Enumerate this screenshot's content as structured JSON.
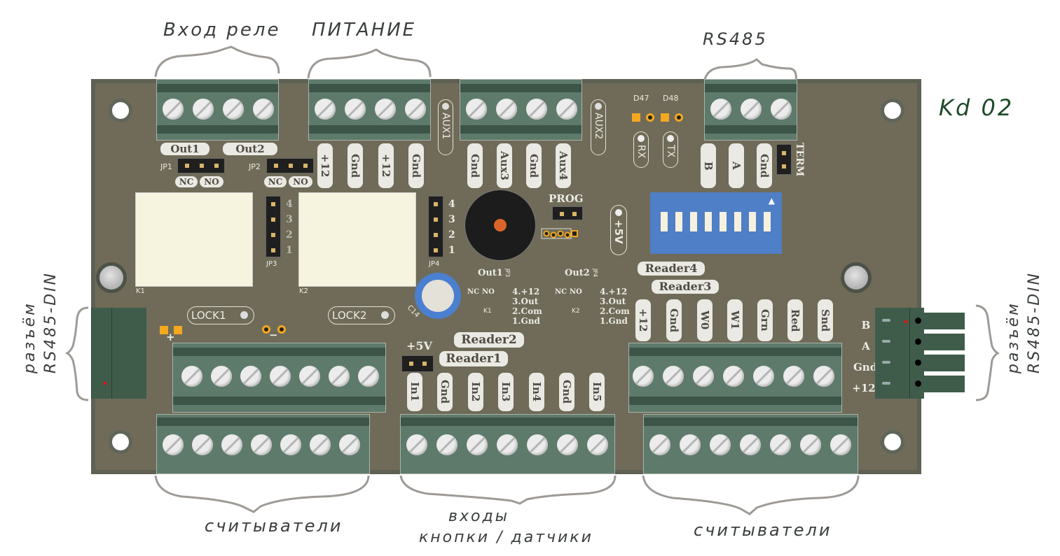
{
  "annotations": {
    "top": [
      {
        "id": "relay-inputs",
        "text": "Вход реле"
      },
      {
        "id": "power",
        "text": "ПИТАНИЕ"
      },
      {
        "id": "rs485",
        "text": "RS485"
      }
    ],
    "model": "Kd 02",
    "bottom": [
      {
        "id": "readers-left",
        "text": "считыватели"
      },
      {
        "id": "inputs",
        "line1": "входы",
        "line2": "кнопки / датчики"
      },
      {
        "id": "readers-right",
        "text": "считыватели"
      }
    ],
    "side_left": {
      "line1": "разъём",
      "line2": "RS485-DIN"
    },
    "side_right": {
      "line1": "разъём",
      "line2": "RS485-DIN"
    }
  },
  "board": {
    "relay_outputs": [
      "Out1",
      "Out2"
    ],
    "jp1": {
      "label": "JP1",
      "pins": [
        "NC",
        "NO"
      ]
    },
    "jp2": {
      "label": "JP2",
      "pins": [
        "NC",
        "NO"
      ]
    },
    "power_pins": [
      "+12",
      "Gnd",
      "+12",
      "Gnd"
    ],
    "aux_pins": [
      "Gnd",
      "Aux3",
      "Gnd",
      "Aux4"
    ],
    "aux_labels": [
      "AUX1",
      "AUX2"
    ],
    "leds": [
      {
        "ref": "D47",
        "label": "RX"
      },
      {
        "ref": "D48",
        "label": "TX"
      }
    ],
    "rs485_pins": [
      "B",
      "A",
      "Gnd"
    ],
    "term_label": "TERM",
    "prog_label": "PROG",
    "plus5v_label": "+5V",
    "jp3": {
      "label": "JP3",
      "numbers": [
        "4",
        "3",
        "2",
        "1"
      ]
    },
    "jp4": {
      "label": "JP4",
      "numbers": [
        "4",
        "3",
        "2",
        "1"
      ]
    },
    "relays": [
      "K1",
      "K2"
    ],
    "capacitor": "C14",
    "locks": [
      "LOCK1",
      "LOCK2"
    ],
    "polarity": [
      "+",
      "−"
    ],
    "schematic1": {
      "title": "Out1",
      "jp": "JP3",
      "jp1": "JP1",
      "relay": "K1",
      "nc": "NC",
      "no": "NO",
      "pins": [
        "4.+12",
        "3.Out",
        "2.Com",
        "1.Gnd"
      ]
    },
    "schematic2": {
      "title": "Out2",
      "jp": "JP4",
      "jp1": "JP2",
      "relay": "K2",
      "nc": "NC",
      "no": "NO",
      "pins": [
        "4.+12",
        "3.Out",
        "2.Com",
        "1.Gnd"
      ]
    },
    "reader_labels_right": [
      "Reader4",
      "Reader3"
    ],
    "reader_pins": [
      "+12",
      "Gnd",
      "W0",
      "W1",
      "Grn",
      "Red",
      "Snd"
    ],
    "reader_labels_left": [
      "Reader2",
      "Reader1"
    ],
    "jumper_5v": "+5V",
    "input_pins": [
      "In1",
      "Gnd",
      "In2",
      "In3",
      "In4",
      "Gnd",
      "In5"
    ],
    "din_pins": [
      "B",
      "A",
      "Gnd",
      "+12"
    ],
    "dip_switch_count": 8,
    "colors": {
      "board": "#6f6b58",
      "terminal": "#5e7a6b",
      "dip": "#4f7fc6",
      "pad": "#f4a81f",
      "relay": "#f6f3df"
    }
  }
}
